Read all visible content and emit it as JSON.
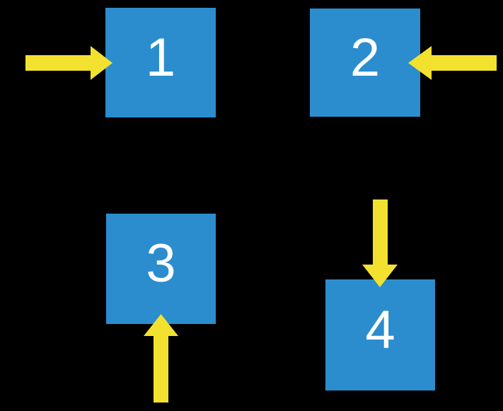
{
  "diagram": {
    "colors": {
      "background": "#000000",
      "square": "#2B8DCE",
      "arrow": "#F3E12F",
      "label": "#FFFFFF"
    },
    "squares": [
      {
        "label": "1",
        "arrow_direction": "right",
        "arrow_enters_from": "left side"
      },
      {
        "label": "2",
        "arrow_direction": "left",
        "arrow_enters_from": "right side"
      },
      {
        "label": "3",
        "arrow_direction": "up",
        "arrow_enters_from": "bottom side"
      },
      {
        "label": "4",
        "arrow_direction": "down",
        "arrow_enters_from": "top side"
      }
    ]
  }
}
